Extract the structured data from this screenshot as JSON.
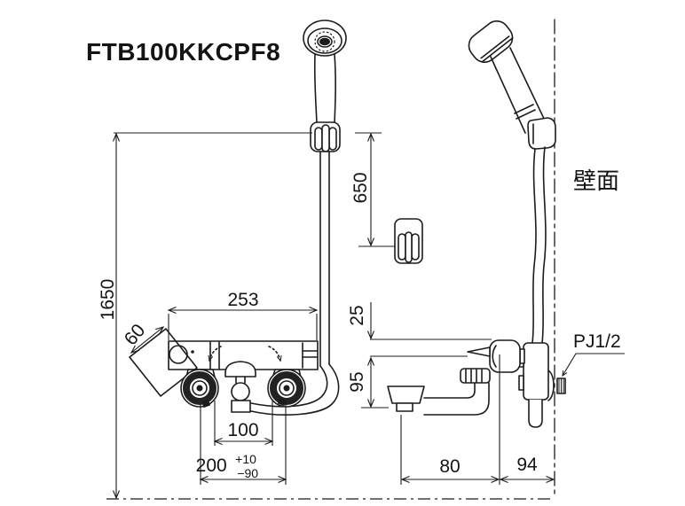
{
  "title": "FTB100KKCPF8",
  "labels": {
    "wall_surface": "壁面",
    "pipe_joint": "PJ1/2"
  },
  "dimensions": {
    "floor_to_hook_height": "1650",
    "hook_to_holder": "650",
    "valve_width": "253",
    "handle_swing": "60",
    "center_to_outlet": "100",
    "pipe_pitch": "200",
    "pipe_pitch_tol_plus": "+10",
    "pipe_pitch_tol_minus": "−90",
    "body_top_offset": "25",
    "spout_height": "95",
    "spout_reach": "80",
    "wall_clearance": "94"
  },
  "colors": {
    "line": "#1c1c1c",
    "background": "#ffffff"
  }
}
